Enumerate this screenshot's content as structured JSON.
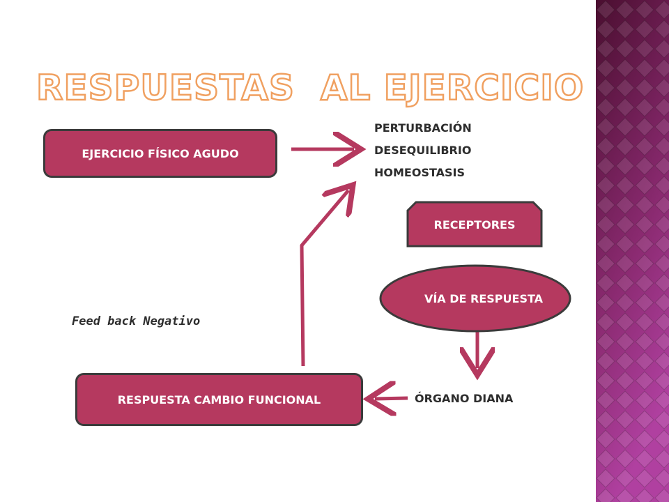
{
  "slide": {
    "title": "RESPUESTAS  AL EJERCICIO",
    "nodes": {
      "ejercicio": "EJERCICIO FÍSICO AGUDO",
      "perturbacion_lines": [
        "PERTURBACIÓN",
        "DESEQUILIBRIO",
        "HOMEOSTASIS"
      ],
      "receptores": "RECEPTORES",
      "via": "VÍA DE RESPUESTA",
      "organo": "ÓRGANO DIANA",
      "respuesta": "RESPUESTA CAMBIO FUNCIONAL"
    },
    "feedback_label": "Feed back Negativo"
  },
  "colors": {
    "shape_fill": "#b5395f",
    "shape_border": "#3b3b3b",
    "title_fill": "#ffffff",
    "title_outline": "#f0a060",
    "arrow": "#b5395f",
    "side_band_top": "#4a0e2f",
    "side_band_bottom": "#b040a0"
  }
}
